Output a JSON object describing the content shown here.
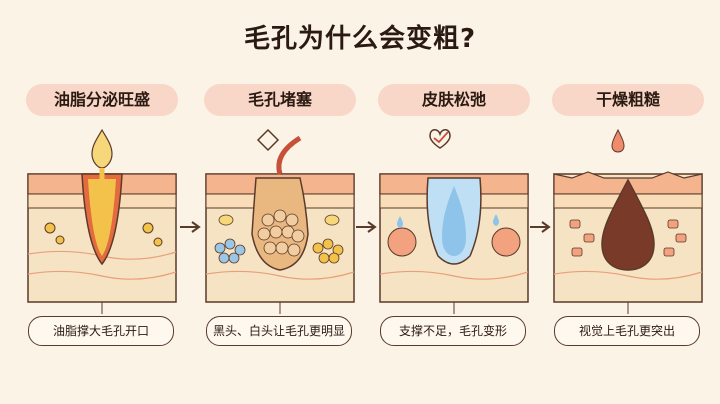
{
  "title": "毛孔为什么会变粗?",
  "stages": [
    {
      "label": "油脂分泌旺盛",
      "caption": "油脂撑大毛孔开口"
    },
    {
      "label": "毛孔堵塞",
      "caption": "黑头、白头让毛孔更明显"
    },
    {
      "label": "皮肤松弛",
      "caption": "支撑不足，毛孔变形"
    },
    {
      "label": "干燥粗糙",
      "caption": "视觉上毛孔更突出"
    }
  ],
  "colors": {
    "skin_top": "#f3b48e",
    "skin_mid": "#f9dcb8",
    "skin_base": "#f6e3c4",
    "oil": "#f2c24a",
    "clog": "#e9b880",
    "blue_clog": "#9cc6e6",
    "water": "#8fc4ea",
    "dry": "#7a3a2a",
    "pill": "#f8d7c8",
    "ink": "#5a3a2a"
  },
  "icons": [
    "oil-drop-icon",
    "diamond-arrow-icon",
    "heart-check-icon",
    "water-drop-icon"
  ]
}
